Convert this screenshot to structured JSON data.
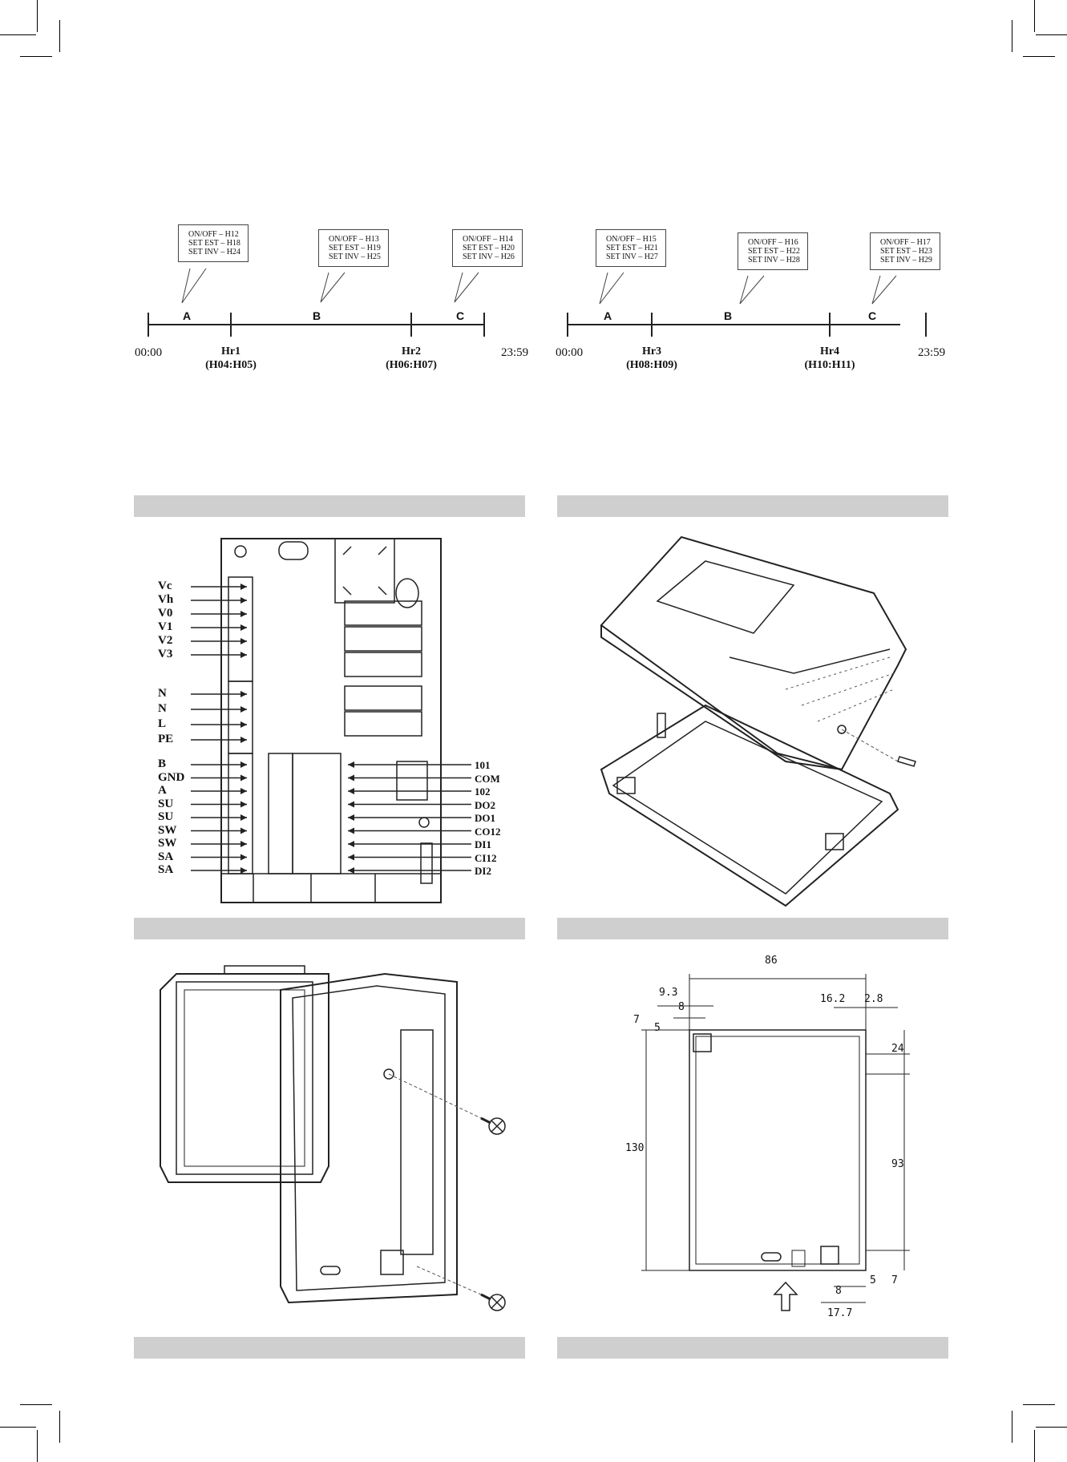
{
  "timelines": [
    {
      "start": "00:00",
      "end": "23:59",
      "segments": [
        "A",
        "B",
        "C"
      ],
      "markers": [
        {
          "name": "Hr1",
          "params": "(H04:H05)"
        },
        {
          "name": "Hr2",
          "params": "(H06:H07)"
        }
      ],
      "callouts": [
        [
          "ON/OFF  – H12",
          "SET EST – H18",
          "SET INV – H24"
        ],
        [
          "ON/OFF  – H13",
          "SET EST – H19",
          "SET INV – H25"
        ],
        [
          "ON/OFF  – H14",
          "SET EST – H20",
          "SET INV – H26"
        ]
      ]
    },
    {
      "start": "00:00",
      "end": "23:59",
      "segments": [
        "A",
        "B",
        "C"
      ],
      "markers": [
        {
          "name": "Hr3",
          "params": "(H08:H09)"
        },
        {
          "name": "Hr4",
          "params": "(H10:H11)"
        }
      ],
      "callouts": [
        [
          "ON/OFF  – H15",
          "SET EST – H21",
          "SET INV – H27"
        ],
        [
          "ON/OFF  – H16",
          "SET EST – H22",
          "SET INV – H28"
        ],
        [
          "ON/OFF  – H17",
          "SET EST – H23",
          "SET INV – H29"
        ]
      ]
    }
  ],
  "wiring": {
    "left_group1": [
      "Vc",
      "Vh",
      "V0",
      "V1",
      "V2",
      "V3"
    ],
    "left_group2": [
      "N",
      "N",
      "L",
      "PE"
    ],
    "left_group3": [
      "B",
      "GND",
      "A",
      "SU",
      "SU",
      "SW",
      "SW",
      "SA",
      "SA"
    ],
    "right_group": [
      "101",
      "COM",
      "102",
      "DO2",
      "DO1",
      "CO12",
      "DI1",
      "CI12",
      "DI2"
    ]
  },
  "dimensions": {
    "width": "86",
    "d1": "9.3",
    "d2": "8",
    "d3": "16.2",
    "d4": "2.8",
    "d5": "7",
    "d6": "5",
    "d7": "24",
    "height": "130",
    "d8": "93",
    "d9": "8",
    "d10": "17.7",
    "d11": "5",
    "d12": "7"
  }
}
